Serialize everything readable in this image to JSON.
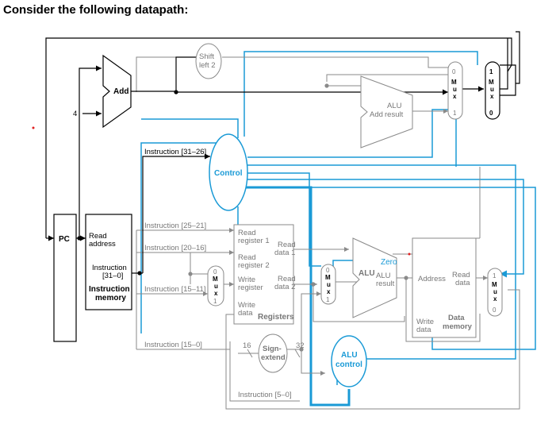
{
  "heading": "Consider the following datapath:",
  "labels": {
    "pc": "PC",
    "four": "4",
    "add": "Add",
    "shift_left_2": [
      "Shift",
      "left 2"
    ],
    "add_alu_result": [
      "Add",
      "ALU",
      "result"
    ],
    "instr_mem": {
      "read_address": [
        "Read",
        "address"
      ],
      "instruction": [
        "Instruction",
        "[31–0]"
      ],
      "name": [
        "Instruction",
        "memory"
      ]
    },
    "control": "Control",
    "instr_31_26": "Instruction [31–26]",
    "instr_25_21": "Instruction [25–21]",
    "instr_20_16": "Instruction [20–16]",
    "instr_15_11": "Instruction [15–11]",
    "instr_15_0": "Instruction [15–0]",
    "instr_5_0": "Instruction [5–0]",
    "registers": {
      "read_reg_1": [
        "Read",
        "register 1"
      ],
      "read_data_1": [
        "Read",
        "data 1"
      ],
      "read_reg_2": [
        "Read",
        "register 2"
      ],
      "write_reg": [
        "Write",
        "register"
      ],
      "read_data_2": [
        "Read",
        "data 2"
      ],
      "write_data": [
        "Write",
        "data"
      ],
      "name": "Registers"
    },
    "sign_extend": [
      "Sign-",
      "extend"
    ],
    "bits_16": "16",
    "bits_32": "32",
    "alu_control": [
      "ALU",
      "control"
    ],
    "alu": [
      "Zero",
      "ALU",
      "ALU",
      "result"
    ],
    "data_mem": {
      "address": "Address",
      "read_data": [
        "Read",
        "data"
      ],
      "write_data": [
        "Write",
        "data"
      ],
      "name": [
        "Data",
        "memory"
      ]
    },
    "mux_letters": [
      "M",
      "u",
      "x"
    ],
    "mux_0": "0",
    "mux_1": "1"
  },
  "colors": {
    "control": "#1a9ad6",
    "wire": "#000000",
    "inactive": "#8a8a8a"
  }
}
